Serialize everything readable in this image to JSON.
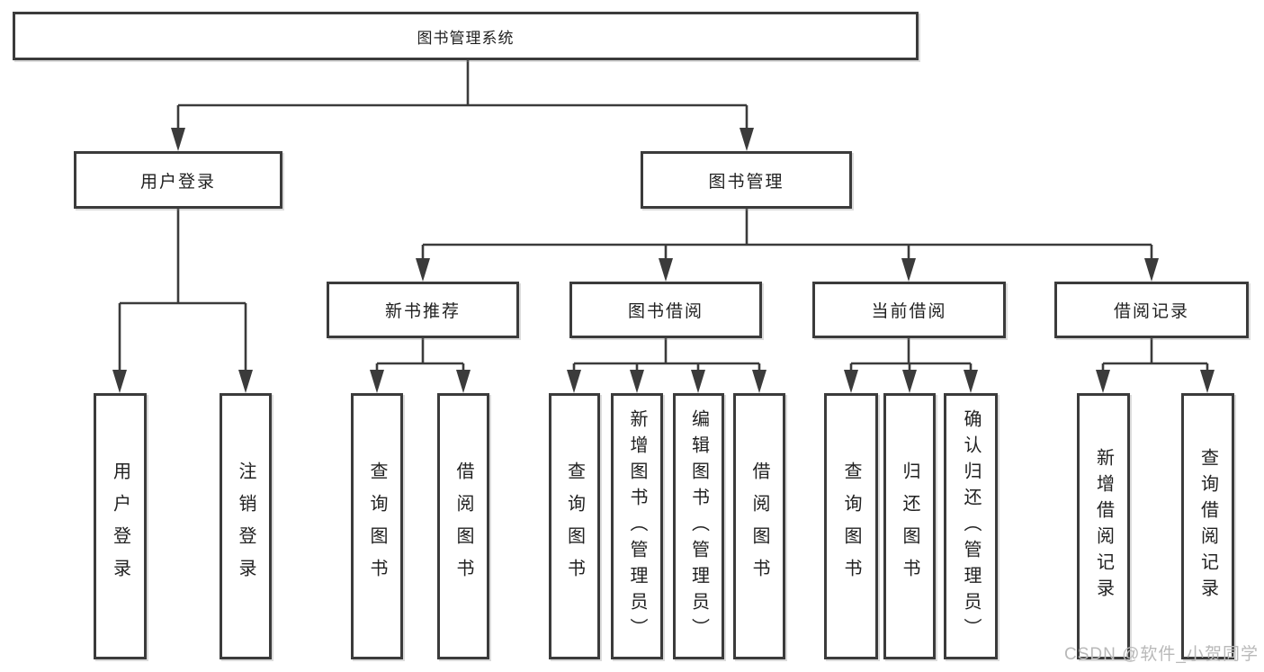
{
  "diagram": {
    "root": {
      "label": "图书管理系统"
    },
    "user_login": {
      "label": "用户登录",
      "children": [
        {
          "label": "用户登录"
        },
        {
          "label": "注销登录"
        }
      ]
    },
    "book_mgmt": {
      "label": "图书管理",
      "sections": [
        {
          "label": "新书推荐",
          "children": [
            {
              "label": "查询图书"
            },
            {
              "label": "借阅图书"
            }
          ]
        },
        {
          "label": "图书借阅",
          "children": [
            {
              "label": "查询图书"
            },
            {
              "label": "新增图书（管理员）"
            },
            {
              "label": "编辑图书（管理员）"
            },
            {
              "label": "借阅图书"
            }
          ]
        },
        {
          "label": "当前借阅",
          "children": [
            {
              "label": "查询图书"
            },
            {
              "label": "归还图书"
            },
            {
              "label": "确认归还（管理员）"
            }
          ]
        },
        {
          "label": "借阅记录",
          "children": [
            {
              "label": "新增借阅记录"
            },
            {
              "label": "查询借阅记录"
            }
          ]
        }
      ]
    }
  },
  "watermark": {
    "text": "CSDN @软件_小贺同学"
  },
  "colors": {
    "background": "#ffffff",
    "box_border": "#3b3b3b",
    "connector": "#3b3b3b",
    "text": "#212121",
    "watermark": "#b9b9b9"
  }
}
